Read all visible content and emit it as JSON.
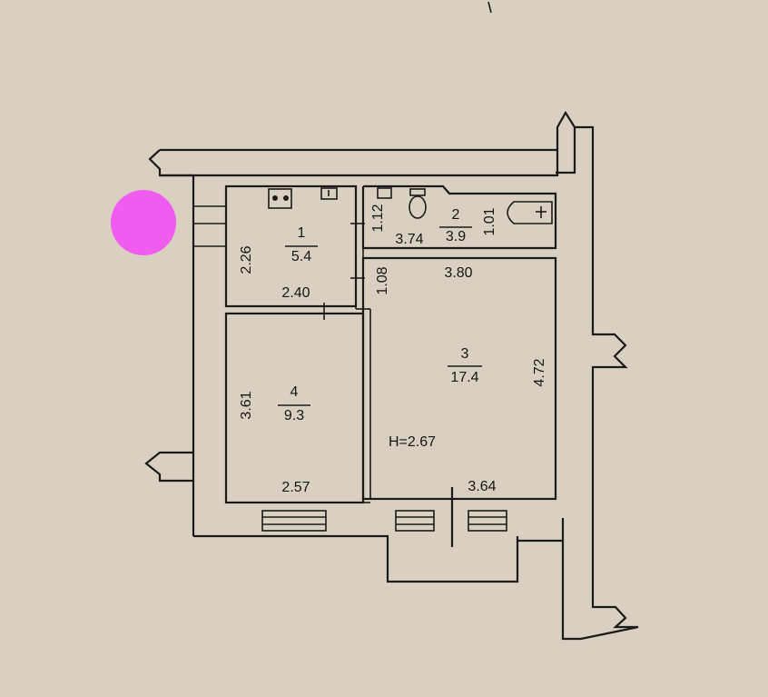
{
  "rooms": [
    {
      "number": "1",
      "area": "5.4"
    },
    {
      "number": "2",
      "area": "3.9"
    },
    {
      "number": "3",
      "area": "17.4"
    },
    {
      "number": "4",
      "area": "9.3"
    }
  ],
  "dimensions": {
    "room1_width": "2.40",
    "room1_height": "2.26",
    "corridor_width": "1.12",
    "bath_length": "3.74",
    "bath_height": "1.01",
    "room3_top": "3.80",
    "room3_bottom": "3.64",
    "room3_height": "4.72",
    "room3_passage": "1.08",
    "room4_height": "3.61",
    "room4_width": "2.57"
  },
  "ceiling_height": "H=2.67",
  "colors": {
    "marker": "#f15cf0",
    "paper": "#d9d0c2",
    "ink": "#1b1b1b"
  },
  "icons": [
    "stove-icon",
    "sink-icon",
    "toilet-icon",
    "bathtub-icon",
    "window-icon"
  ]
}
